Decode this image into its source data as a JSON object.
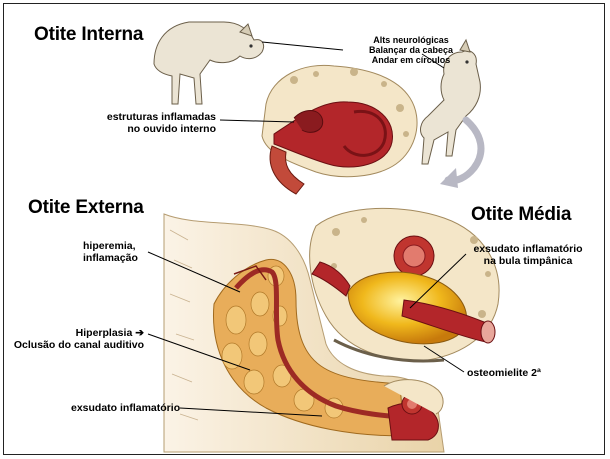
{
  "sections": {
    "interna": {
      "title": "Otite Interna",
      "symptoms": [
        "Alts neurológicas",
        "Balançar da cabeça",
        "Andar em círculos"
      ],
      "structures": [
        "estruturas inflamadas",
        "no ouvido interno"
      ]
    },
    "externa": {
      "title": "Otite Externa",
      "hyperemia": [
        "hiperemia,",
        "inflamação"
      ],
      "hyperplasia": [
        "Hiperplasia ➔",
        "Oclusão do canal auditivo"
      ],
      "exudate": "exsudato inflamatório"
    },
    "media": {
      "title": "Otite Média",
      "exudate": [
        "exsudato inflamatório",
        "na bula timpânica"
      ],
      "osteo": "osteomielite 2ª"
    }
  },
  "colors": {
    "flesh": "#c0392b",
    "canal": "#8e1b1b",
    "bone": "#f2e3c6",
    "tissue": "#e8b96a",
    "exudate": "#e7b21f",
    "dog": "#e9e2d2"
  },
  "icons": [
    "dog-head-tilt-illustration",
    "dog-circling-illustration",
    "curved-arrow-icon"
  ]
}
